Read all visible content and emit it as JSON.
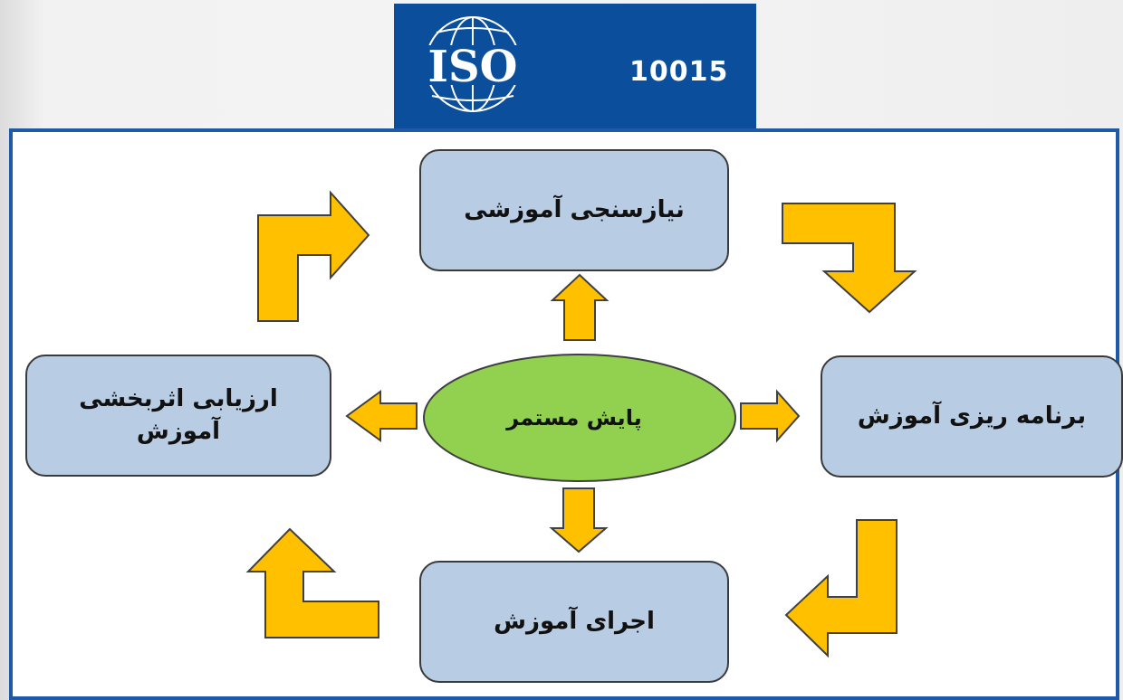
{
  "header": {
    "logo_text": "ISO",
    "standard_number": "10015"
  },
  "colors": {
    "banner": "#0b4f9c",
    "frame": "#1f5aa8",
    "node_fill": "#b8cce4",
    "center_fill": "#92d050",
    "arrow_fill": "#ffc000"
  },
  "diagram": {
    "center": "پایش مستمر",
    "nodes": {
      "needs_assessment": "نیازسنجی آموزشی",
      "planning": "برنامه ریزی آموزش",
      "execution": "اجرای آموزش",
      "evaluation": "ارزیابی اثربخشی آموزش"
    }
  }
}
